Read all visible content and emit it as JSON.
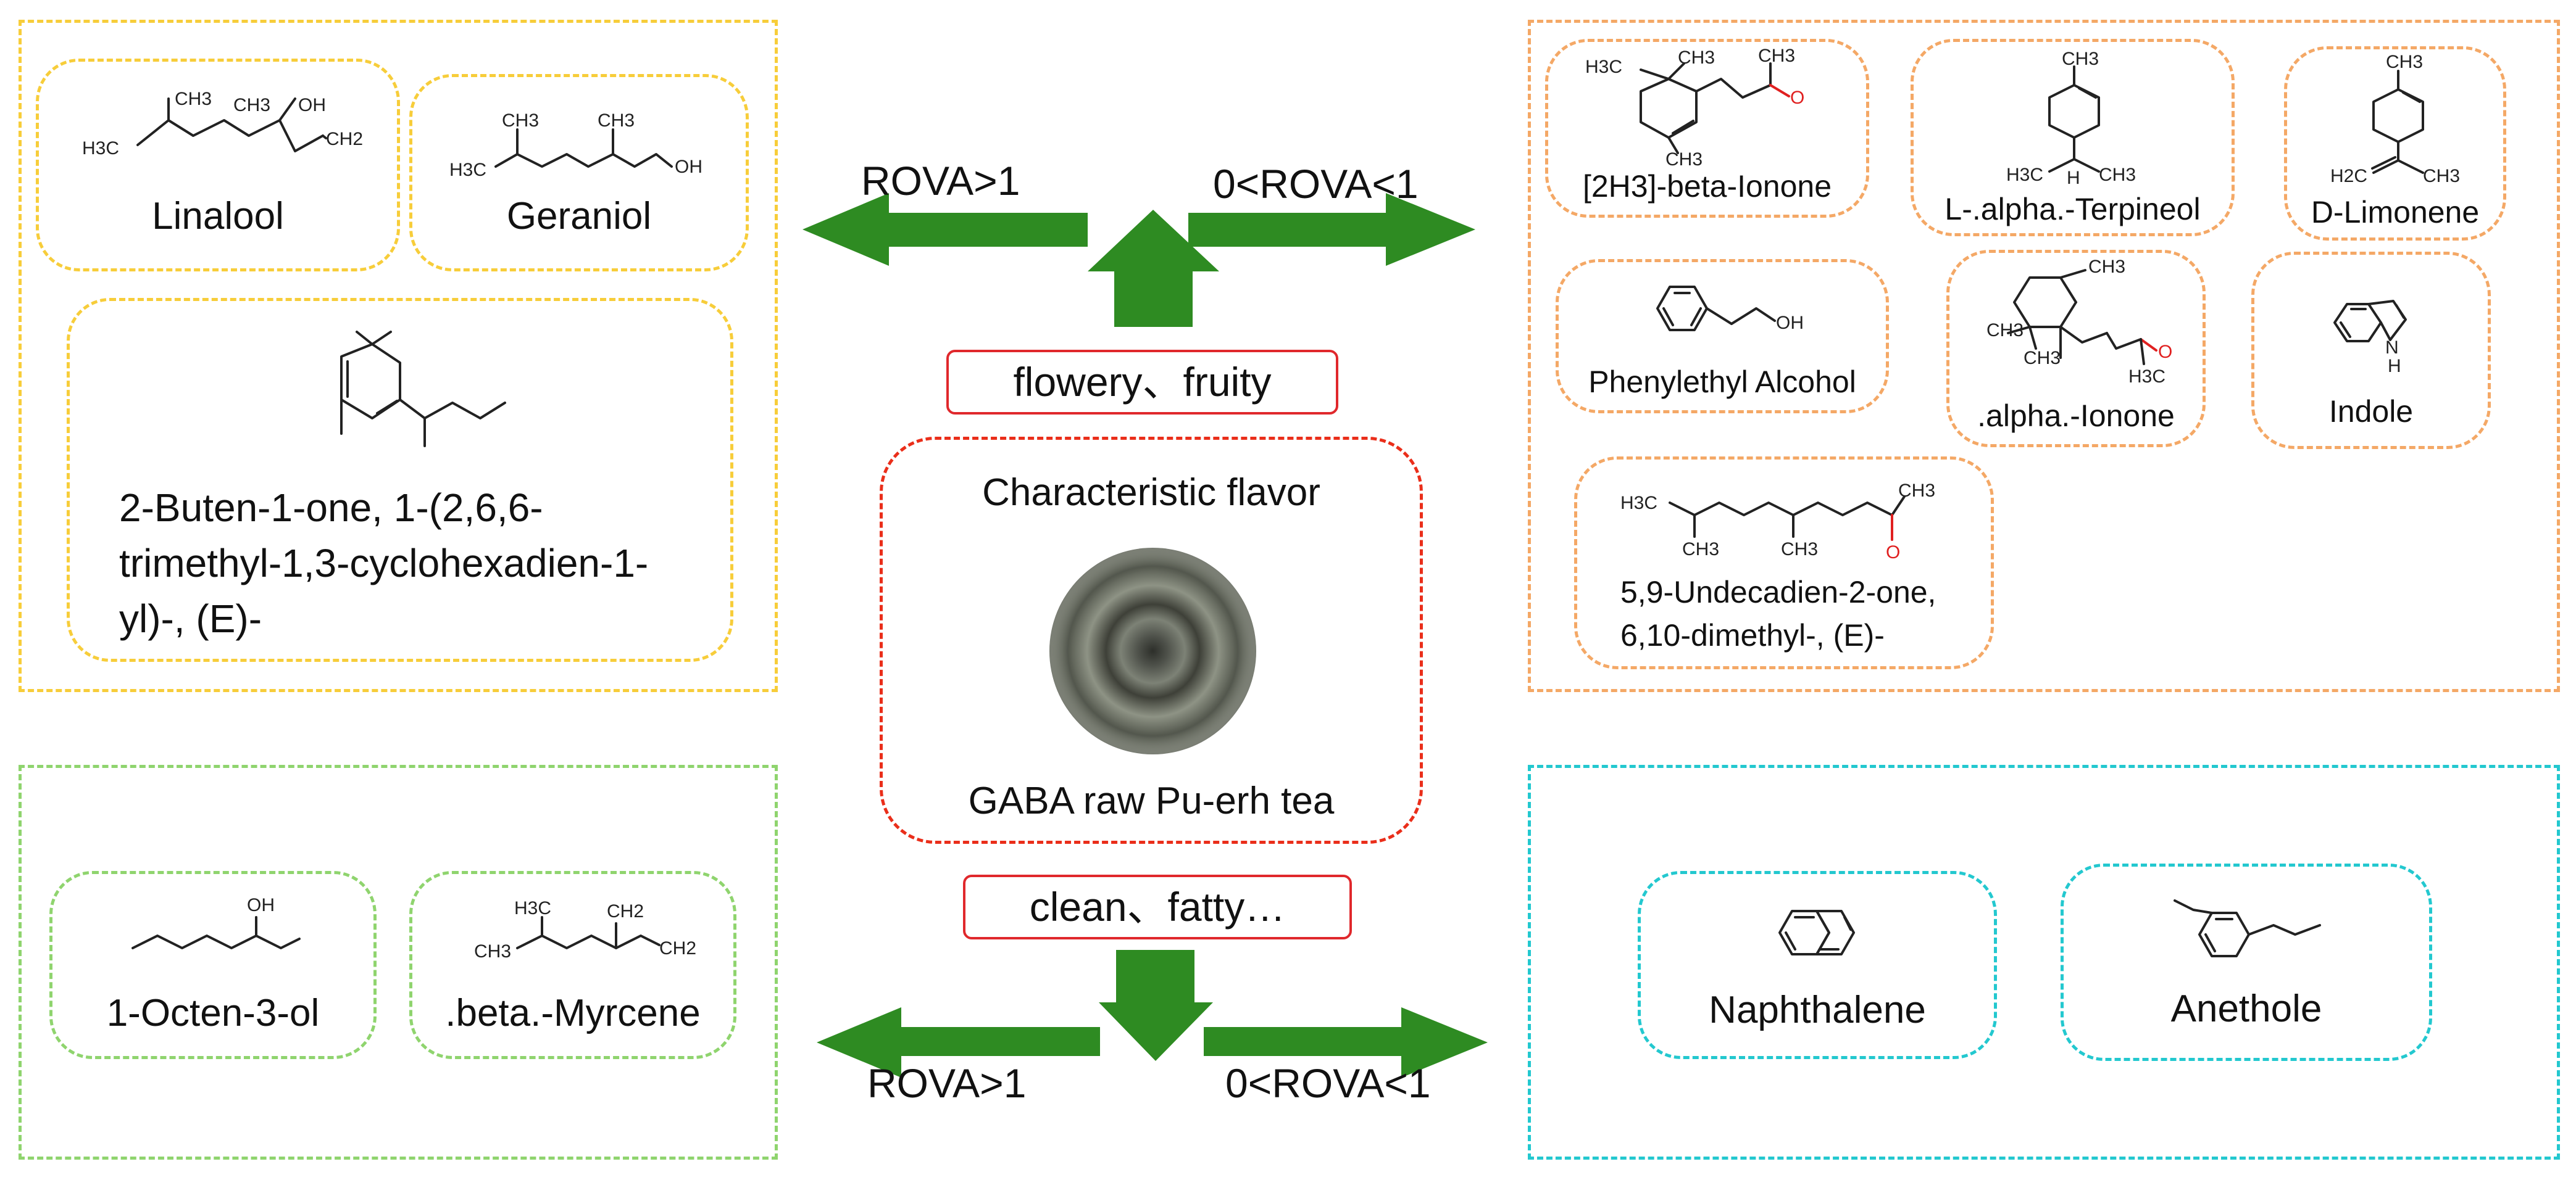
{
  "center": {
    "title": "Characteristic flavor",
    "subtitle": "GABA raw Pu-erh tea",
    "top_box": "flowery、fruity",
    "bottom_box": "clean、fatty…"
  },
  "arrows": {
    "top_left": "ROVA>1",
    "top_right": "0<ROVA<1",
    "bottom_left": "ROVA>1",
    "bottom_right": "0<ROVA<1"
  },
  "top_left_quadrant": {
    "compounds": [
      {
        "name": "Linalool"
      },
      {
        "name": "Geraniol"
      },
      {
        "name_lines": [
          "2-Buten-1-one, 1-(2,6,6-",
          "trimethyl-1,3-cyclohexadien-1-",
          "yl)-, (E)-"
        ]
      }
    ]
  },
  "top_right_quadrant": {
    "compounds": [
      {
        "name": "[2H3]-beta-Ionone"
      },
      {
        "name": "L-.alpha.-Terpineol"
      },
      {
        "name": "D-Limonene"
      },
      {
        "name": "Phenylethyl Alcohol"
      },
      {
        "name": ".alpha.-Ionone"
      },
      {
        "name": "Indole"
      },
      {
        "name_lines": [
          "5,9-Undecadien-2-one,",
          "6,10-dimethyl-, (E)-"
        ]
      }
    ]
  },
  "bottom_left_quadrant": {
    "compounds": [
      {
        "name": "1-Octen-3-ol"
      },
      {
        "name": ".beta.-Myrcene"
      }
    ]
  },
  "bottom_right_quadrant": {
    "compounds": [
      {
        "name": "Naphthalene"
      },
      {
        "name": "Anethole"
      }
    ]
  },
  "structure_labels": {
    "linalool": {
      "ch3a": "CH3",
      "h3c": "H3C",
      "ch3b": "CH3",
      "oh": "OH",
      "ch2": "CH2"
    },
    "geraniol": {
      "ch3a": "CH3",
      "ch3b": "CH3",
      "h3c": "H3C",
      "oh": "OH"
    },
    "beta_ionone": {
      "h3c": "H3C",
      "ch3a": "CH3",
      "ch3b": "CH3",
      "ch3c": "CH3",
      "o": "O"
    },
    "terpineol": {
      "ch3": "CH3",
      "h3c": "H3C",
      "h": "H",
      "ch3b": "CH3"
    },
    "limonene": {
      "ch3": "CH3",
      "h2c": "H2C",
      "ch3b": "CH3"
    },
    "phenylethyl": {
      "oh": "OH"
    },
    "alpha_ionone": {
      "ch3a": "CH3",
      "ch3b": "CH3",
      "ch3c": "CH3",
      "h3c": "H3C",
      "o": "O"
    },
    "indole": {
      "n": "N",
      "h": "H"
    },
    "undecadienone": {
      "h3c": "H3C",
      "ch3a": "CH3",
      "ch3b": "CH3",
      "ch3c": "CH3",
      "o": "O"
    },
    "octenol": {
      "oh": "OH"
    },
    "myrcene": {
      "h3c": "H3C",
      "ch3": "CH3",
      "ch2a": "CH2",
      "ch2b": "CH2"
    }
  },
  "colors": {
    "top_left": "#f7cd3a",
    "top_right": "#f4a866",
    "bottom_left": "#8fd46e",
    "bottom_right": "#23c8cf",
    "center": "#ea2e1a",
    "arrow": "#2e8b22"
  }
}
